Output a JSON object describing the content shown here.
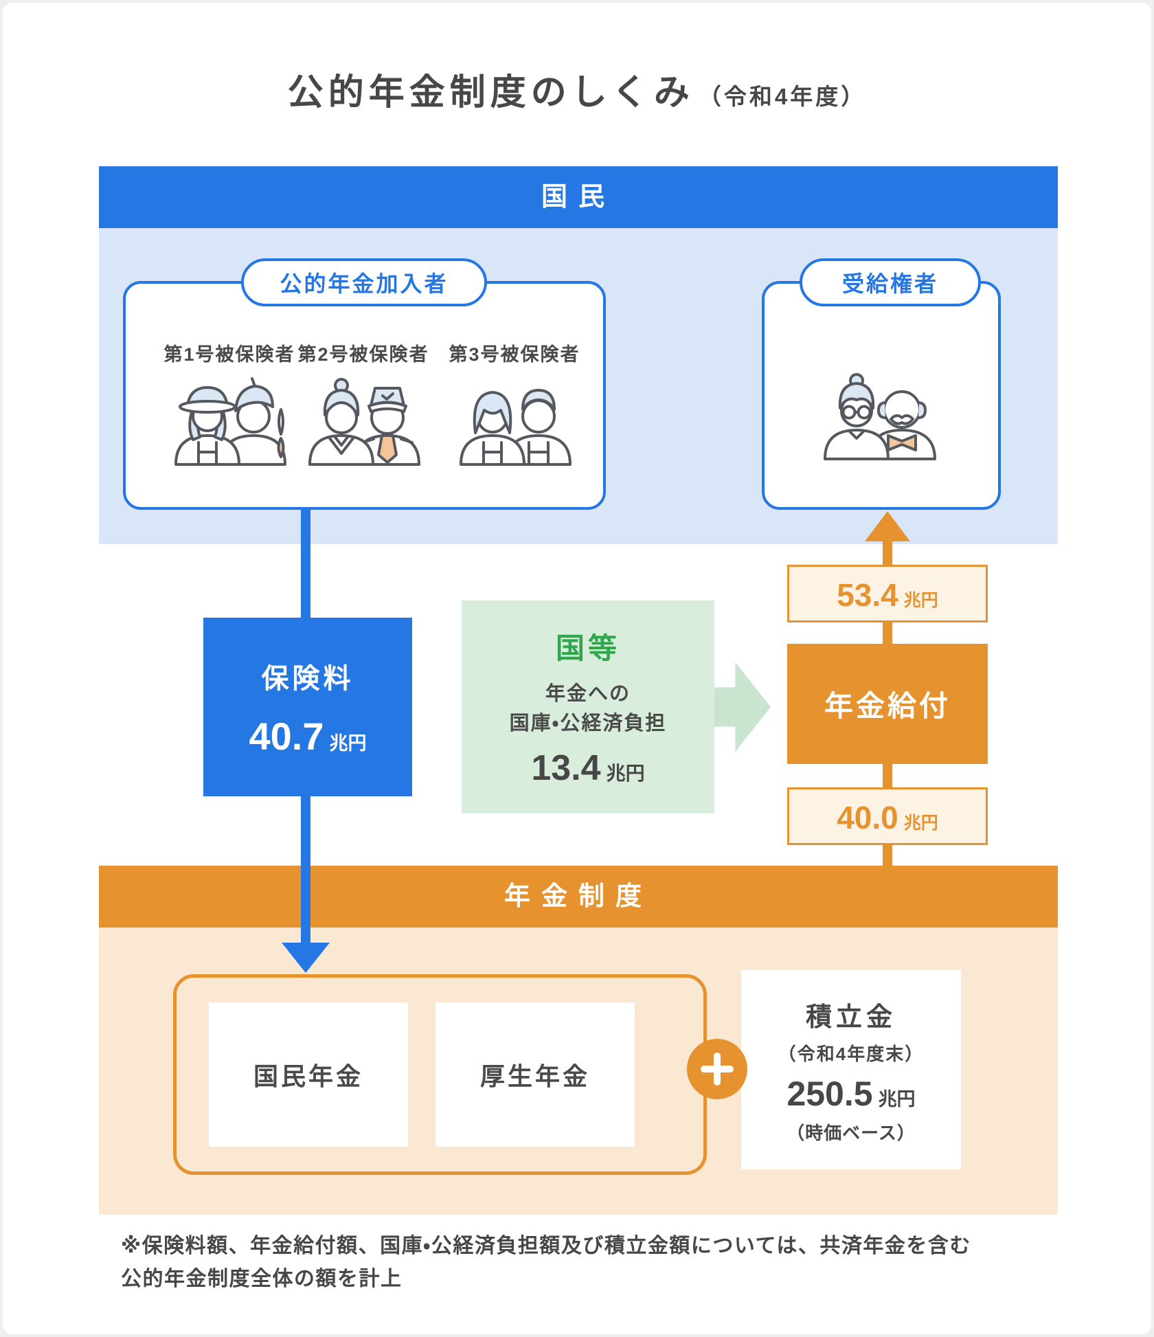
{
  "title": {
    "main": "公的年金制度のしくみ",
    "sub": "（令和4年度）"
  },
  "citizens_bar": {
    "label": "国民"
  },
  "subscribers": {
    "pill": "公的年金加入者",
    "groups": [
      {
        "label": "第1号被保険者",
        "icon": "farmer-and-artist-couple-icon"
      },
      {
        "label": "第2号被保険者",
        "icon": "office-worker-and-officer-couple-icon"
      },
      {
        "label": "第3号被保険者",
        "icon": "homemaker-couple-icon"
      }
    ]
  },
  "beneficiary": {
    "pill": "受給権者",
    "icon": "elderly-couple-icon"
  },
  "premium_box": {
    "label": "保険料",
    "value": "40.7",
    "unit": "兆円"
  },
  "state_box": {
    "title": "国等",
    "line1": "年金への",
    "line2": "国庫・公経済負担",
    "value": "13.4",
    "unit": "兆円"
  },
  "benefit_box": {
    "label": "年金給付"
  },
  "benefit_out": {
    "value": "53.4",
    "unit": "兆円"
  },
  "benefit_in": {
    "value": "40.0",
    "unit": "兆円"
  },
  "system_bar": {
    "label": "年金制度"
  },
  "system": {
    "national": {
      "label": "国民年金"
    },
    "employees": {
      "label": "厚生年金"
    },
    "plus_icon": "plus-icon",
    "reserve": {
      "title": "積立金",
      "subtitle": "（令和4年度末）",
      "value": "250.5",
      "unit": "兆円",
      "note": "（時価ベース）"
    }
  },
  "footnote": {
    "line1": "※保険料額、年金給付額、国庫・公経済負担額及び積立金額については、共済年金を含む",
    "line2": "公的年金制度全体の額を計上"
  },
  "colors": {
    "blue": "#2577E3",
    "light_blue": "#D9E6F8",
    "orange": "#E6922F",
    "light_orange": "#FAE8D2",
    "cream": "#FCF3E5",
    "green": "#2FA84D",
    "light_green": "#D9EDDC",
    "arrow_green": "#C9E5CF",
    "text": "#4A4A4A"
  }
}
